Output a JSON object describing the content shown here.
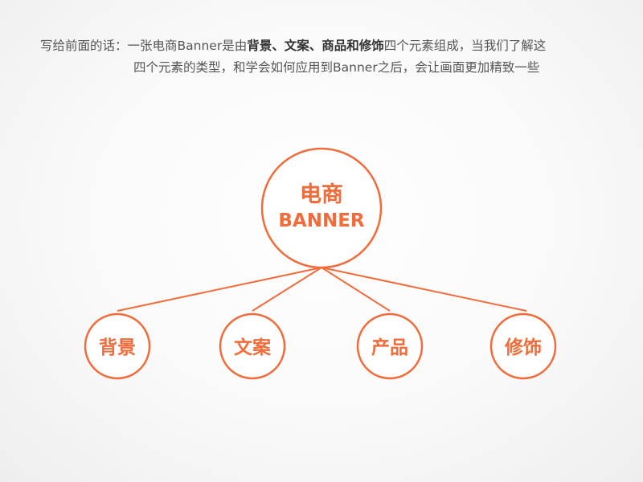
{
  "intro": {
    "line1": {
      "prefix": "写给前面的话：一张电商Banner是由",
      "highlight": "背景、文案、商品和修饰",
      "suffix": "四个元素组成，当我们了解这"
    },
    "line2": "四个元素的类型，和学会如何应用到Banner之后，会让画面更加精致一些"
  },
  "diagram": {
    "root": {
      "line1": "电商",
      "line2": "BANNER"
    },
    "children": [
      "背景",
      "文案",
      "产品",
      "修饰"
    ]
  },
  "colors": {
    "accent": "#f26b3a",
    "text": "#555555",
    "highlight_text": "#333333"
  }
}
